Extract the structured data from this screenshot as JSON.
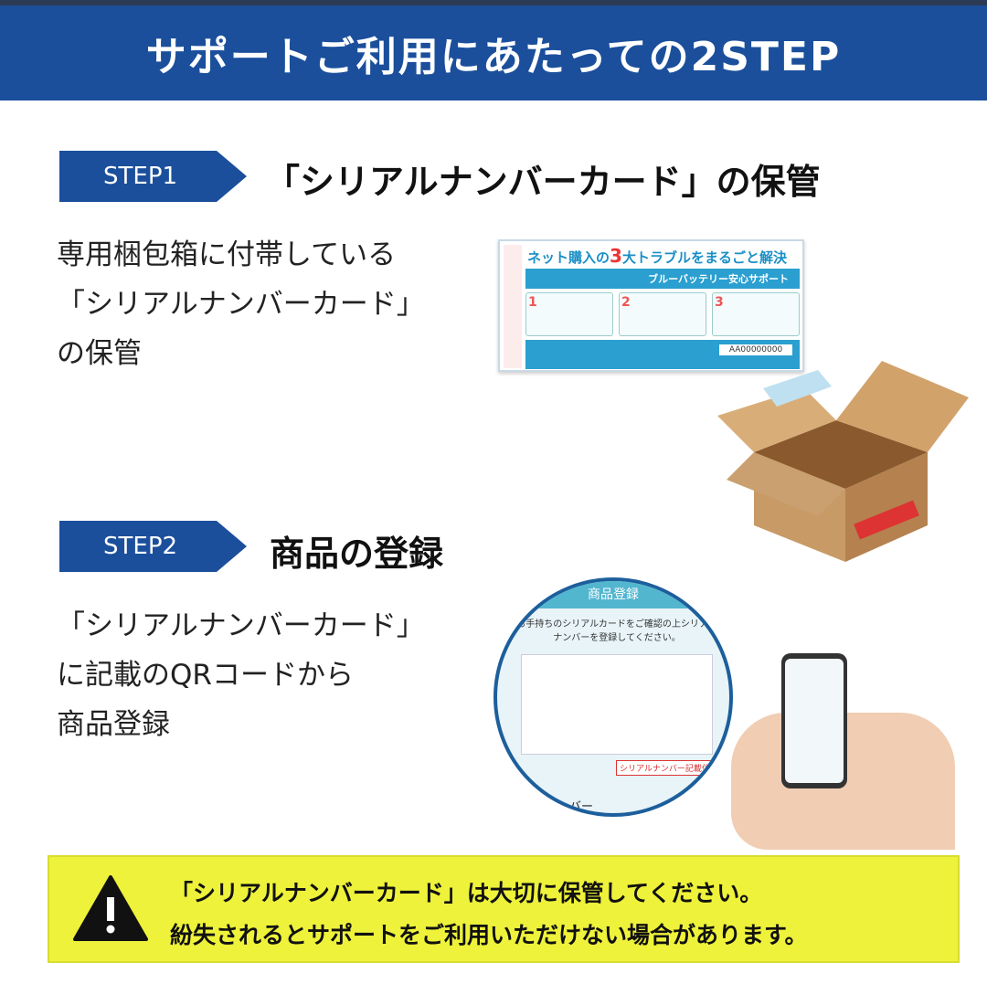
{
  "header": {
    "title": "サポートご利用にあたっての2STEP"
  },
  "step1": {
    "badge": "STEP1",
    "heading": "「シリアルナンバーカード」の保管",
    "lines": [
      "専用梱包箱に付帯している",
      "「シリアルナンバーカード」",
      "の保管"
    ]
  },
  "card": {
    "headline_a": "ネット購入の",
    "headline_num": "3",
    "headline_b": "大トラブルをまるごと解決",
    "bar": "ブルーバッテリー安心サポート",
    "cells": [
      "1",
      "2",
      "3"
    ],
    "serial": "AA00000000"
  },
  "step2": {
    "badge": "STEP2",
    "heading": "商品の登録",
    "lines": [
      "「シリアルナンバーカード」",
      "に記載のQRコードから",
      "商品登録"
    ]
  },
  "registration": {
    "title": "商品登録",
    "message": "お手持ちのシリアルカードをご確認の上シリアルナンバーを登録してください。",
    "label": "シリアルナンバー記載位置",
    "field": "ルナンバー"
  },
  "notice": {
    "icon": "warning-icon",
    "lines": [
      "「シリアルナンバーカード」は大切に保管してください。",
      "紛失されるとサポートをご利用いただけない場合があります。"
    ]
  },
  "colors": {
    "brand": "#1b4f9c",
    "notice": "#eef23a"
  }
}
